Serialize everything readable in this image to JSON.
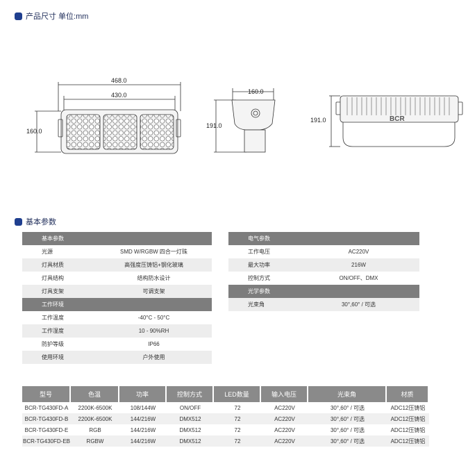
{
  "section1": {
    "title": "产品尺寸 单位:mm"
  },
  "dimensions": {
    "front_width_outer": "468.0",
    "front_width_inner": "430.0",
    "front_height": "160.0",
    "side_width": "160.0",
    "side_height": "191.0",
    "back_height": "191.0",
    "brand": "BCR"
  },
  "section2": {
    "title": "基本参数"
  },
  "left_table": [
    {
      "type": "header",
      "label": "基本参数"
    },
    {
      "key": "光源",
      "value": "SMD W/RGBW 四合一灯珠"
    },
    {
      "key": "灯具材质",
      "value": "高强度压铸铝+钢化玻璃"
    },
    {
      "key": "灯具结构",
      "value": "结构防水设计"
    },
    {
      "key": "灯具支架",
      "value": "可调支架"
    },
    {
      "type": "header",
      "label": "工作环境"
    },
    {
      "key": "工作温度",
      "value": "-40°C - 50°C"
    },
    {
      "key": "工作湿度",
      "value": "10 - 90%RH"
    },
    {
      "key": "防护等级",
      "value": "IP66"
    },
    {
      "key": "使用环境",
      "value": "户外使用"
    }
  ],
  "right_table": [
    {
      "type": "header",
      "label": "电气参数"
    },
    {
      "key": "工作电压",
      "value": "AC220V"
    },
    {
      "key": "最大功率",
      "value": "216W"
    },
    {
      "key": "控制方式",
      "value": "ON/OFF、DMX"
    },
    {
      "type": "header",
      "label": "光学参数"
    },
    {
      "key": "光束角",
      "value": "30°,60° / 可选"
    }
  ],
  "models": {
    "columns": [
      "型号",
      "色温",
      "功率",
      "控制方式",
      "LED数量",
      "输入电压",
      "光束角",
      "材质"
    ],
    "rows": [
      [
        "BCR-TG430FD-A",
        "2200K-6500K",
        "108/144W",
        "ON/OFF",
        "72",
        "AC220V",
        "30°,60° / 可选",
        "ADC12压铸铝"
      ],
      [
        "BCR-TG430FD-B",
        "2200K-6500K",
        "144/216W",
        "DMX512",
        "72",
        "AC220V",
        "30°,60° / 可选",
        "ADC12压铸铝"
      ],
      [
        "BCR-TG430FD-E",
        "RGB",
        "144/216W",
        "DMX512",
        "72",
        "AC220V",
        "30°,60° / 可选",
        "ADC12压铸铝"
      ],
      [
        "BCR-TG430FD-EB",
        "RGBW",
        "144/216W",
        "DMX512",
        "72",
        "AC220V",
        "30°,60° / 可选",
        "ADC12压铸铝"
      ]
    ]
  }
}
